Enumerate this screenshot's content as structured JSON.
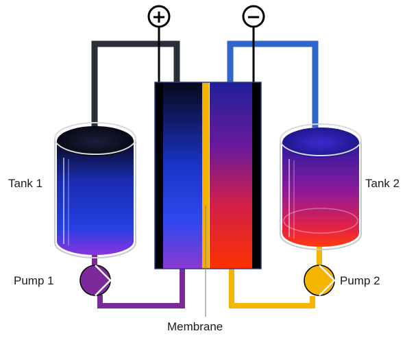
{
  "diagram": {
    "terminals": {
      "positive": "+",
      "negative": "−"
    },
    "tank_1": {
      "label": "Tank 1"
    },
    "tank_2": {
      "label": "Tank 2"
    },
    "pump_1": {
      "label": "Pump 1"
    },
    "pump_2": {
      "label": "Pump 2"
    },
    "membrane": {
      "label": "Membrane"
    }
  },
  "colors": {
    "left_electrolyte_top": "#0a0a1e",
    "left_electrolyte_mid": "#1f3fd8",
    "left_electrolyte_bottom": "#7a2ad8",
    "right_electrolyte_top": "#2a2a9e",
    "right_electrolyte_mid": "#c0185a",
    "right_electrolyte_bottom": "#ff2a00",
    "membrane": "#f5b000",
    "pump_1": "#7a2a9a",
    "pump_2": "#f5b400",
    "pipe_left": "#2a2f3a",
    "pipe_right": "#2f66c8",
    "pipe_bottom_left": "#7a2a9a",
    "pipe_bottom_right": "#f5b400",
    "electrode": "#000000"
  }
}
